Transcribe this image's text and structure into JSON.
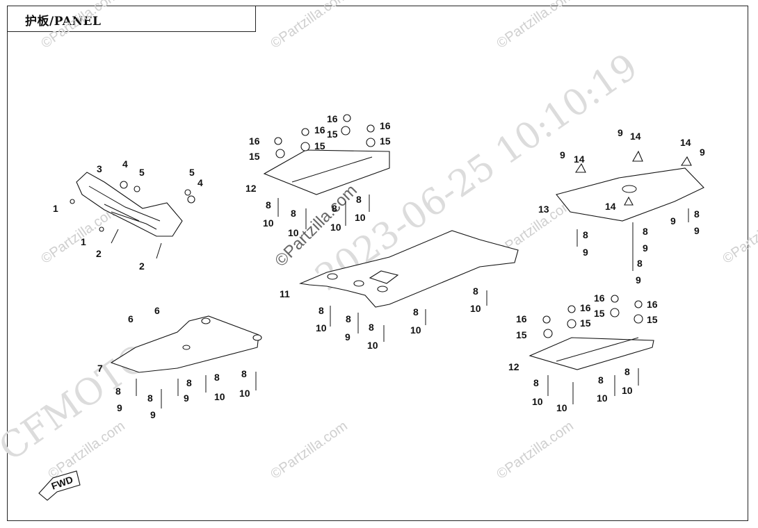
{
  "title": "护板/PANEL",
  "fwd_label": "FWD",
  "watermarks": {
    "site": "©Partzilla.com",
    "timestamp": "2023-06-25 10:10:19",
    "brand": "CFMOTO"
  },
  "callout_numbers": [
    "1",
    "2",
    "3",
    "4",
    "5",
    "6",
    "7",
    "8",
    "9",
    "10",
    "11",
    "12",
    "13",
    "14",
    "15",
    "16"
  ]
}
